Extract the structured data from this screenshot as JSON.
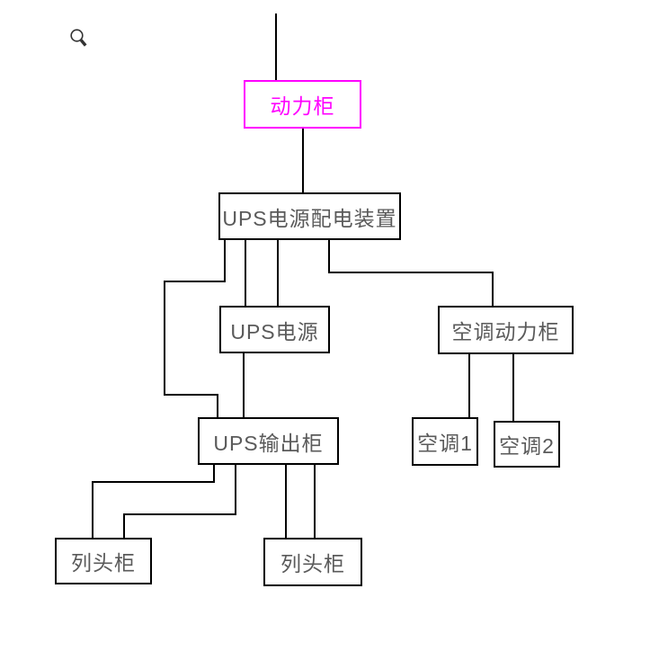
{
  "toolbar": {
    "zoom_icon": "magnifier-icon"
  },
  "colors": {
    "background": "#ffffff",
    "node_border": "#000000",
    "node_text": "#5a5a5a",
    "accent": "#ff00ff",
    "connector": "#000000"
  },
  "diagram": {
    "nodes": {
      "power_cabinet": {
        "label": "动力柜",
        "border_color": "#ff00ff",
        "text_color": "#ff00ff"
      },
      "ups_distribution": {
        "label": "UPS电源配电装置",
        "border_color": "#000000",
        "text_color": "#5a5a5a"
      },
      "ups_power": {
        "label": "UPS电源",
        "border_color": "#000000",
        "text_color": "#5a5a5a"
      },
      "ac_power_cabinet": {
        "label": "空调动力柜",
        "border_color": "#000000",
        "text_color": "#5a5a5a"
      },
      "ups_output_cabinet": {
        "label": "UPS输出柜",
        "border_color": "#000000",
        "text_color": "#5a5a5a"
      },
      "ac1": {
        "label": "空调1",
        "border_color": "#000000",
        "text_color": "#5a5a5a"
      },
      "ac2": {
        "label": "空调2",
        "border_color": "#000000",
        "text_color": "#5a5a5a"
      },
      "row_cabinet_left": {
        "label": "列头柜",
        "border_color": "#000000",
        "text_color": "#5a5a5a"
      },
      "row_cabinet_right": {
        "label": "列头柜",
        "border_color": "#000000",
        "text_color": "#5a5a5a"
      }
    },
    "edges": [
      {
        "from": "incoming_supply",
        "to": "power_cabinet",
        "count": 1
      },
      {
        "from": "power_cabinet",
        "to": "ups_distribution",
        "count": 1
      },
      {
        "from": "ups_distribution",
        "to": "ups_output_cabinet",
        "count": 1
      },
      {
        "from": "ups_distribution",
        "to": "ups_power",
        "count": 2
      },
      {
        "from": "ups_distribution",
        "to": "ac_power_cabinet",
        "count": 1
      },
      {
        "from": "ups_power",
        "to": "ups_output_cabinet",
        "count": 1
      },
      {
        "from": "ups_output_cabinet",
        "to": "row_cabinet_left",
        "count": 2
      },
      {
        "from": "ups_output_cabinet",
        "to": "row_cabinet_right",
        "count": 2
      },
      {
        "from": "ac_power_cabinet",
        "to": "ac1",
        "count": 1
      },
      {
        "from": "ac_power_cabinet",
        "to": "ac2",
        "count": 1
      }
    ]
  }
}
